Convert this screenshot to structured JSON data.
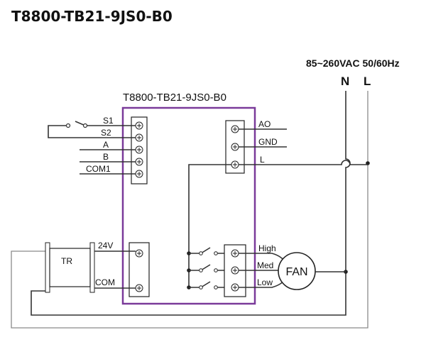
{
  "title": "T8800-TB21-9JS0-B0",
  "supply": {
    "voltage": "85~260VAC 50/60Hz",
    "neutral": "N",
    "line": "L"
  },
  "controller": {
    "model": "T8800-TB21-9JS0-B0"
  },
  "inputs": [
    "S1",
    "S2",
    "A",
    "B",
    "COM1"
  ],
  "outputs": [
    "AO",
    "GND",
    "L"
  ],
  "power": {
    "v24": "24V",
    "com": "COM"
  },
  "transformer": "TR",
  "fan": {
    "label": "FAN",
    "speeds": [
      "High",
      "Med",
      "Low"
    ]
  },
  "colors": {
    "controller_border": "#7a3a9a",
    "wire": "#333333",
    "line_wire": "#8a8a8a"
  }
}
